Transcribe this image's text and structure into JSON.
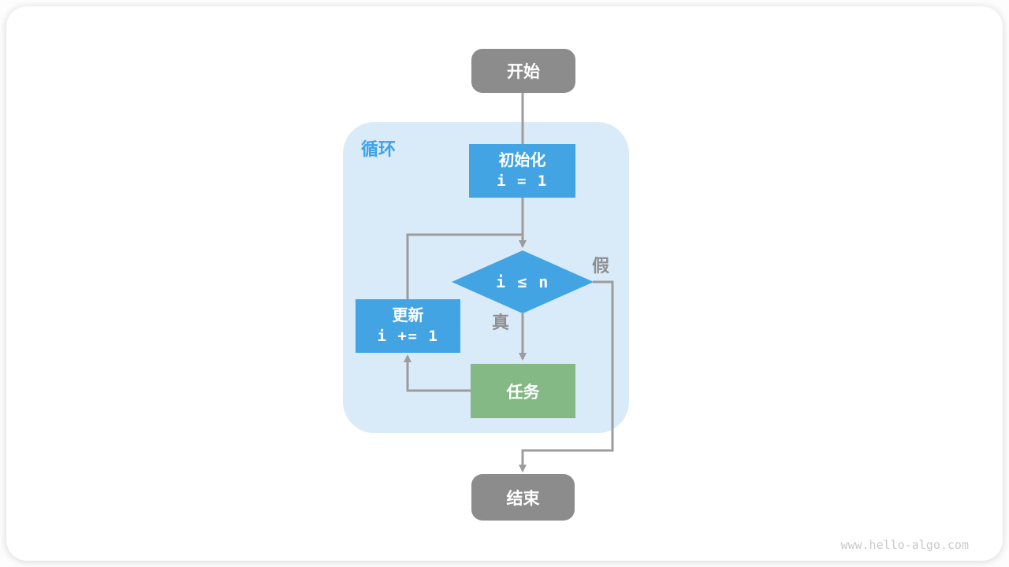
{
  "diagram": {
    "loop_label": "循环",
    "nodes": {
      "start": {
        "label": "开始"
      },
      "init": {
        "title": "初始化",
        "code": "i = 1"
      },
      "condition": {
        "code": "i ≤ n"
      },
      "update": {
        "title": "更新",
        "code": "i += 1"
      },
      "task": {
        "label": "任务"
      },
      "end": {
        "label": "结束"
      }
    },
    "edge_labels": {
      "true": "真",
      "false": "假"
    },
    "colors": {
      "box_blue": "#43a4e4",
      "box_green": "#84b884",
      "box_gray": "#8c8c8c",
      "loop_bg": "#d9eaf8",
      "loop_label_color": "#3ea2e8",
      "arrow": "#9c9c9c",
      "edge_label_color": "#8f8f8f",
      "watermark_color": "#c9c9c9"
    },
    "watermark": "www.hello-algo.com"
  }
}
